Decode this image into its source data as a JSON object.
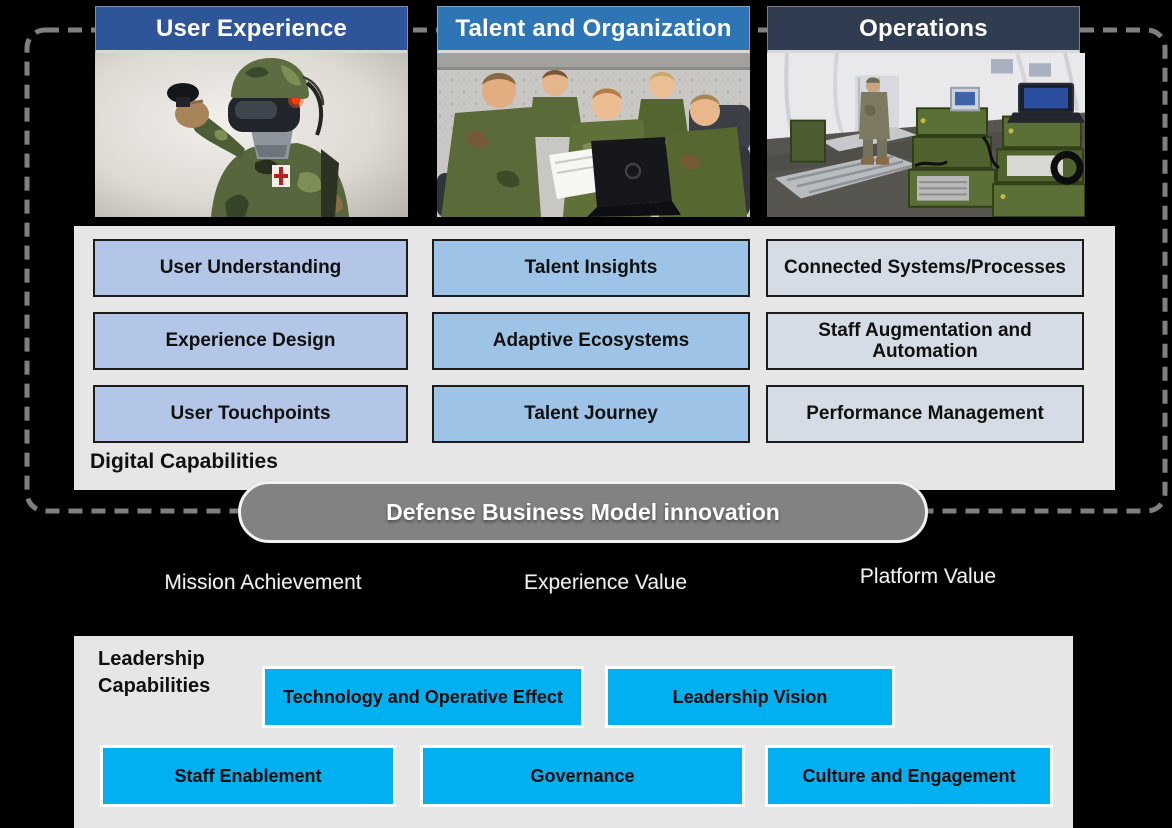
{
  "palette": {
    "background": "#000000",
    "dashed_border": "#7f7f7f",
    "header_user_experience": "#2e5597",
    "header_talent": "#2e75b6",
    "header_operations": "#303c50",
    "panel_gray": "#e7e6e6",
    "box_col_user": "#b4c6e7",
    "box_col_talent": "#9dc3e6",
    "box_col_operations": "#d6dce5",
    "banner_gray": "#828282",
    "leadership_cyan": "#00b0f0",
    "text_dark": "#101010",
    "text_light": "#f2f2f2"
  },
  "pillars": [
    {
      "label": "User Experience",
      "photo": "vr-soldier-photo"
    },
    {
      "label": "Talent and Organization",
      "photo": "soldiers-around-laptop-photo"
    },
    {
      "label": "Operations",
      "photo": "field-equipment-tent-photo"
    }
  ],
  "digital": {
    "label": "Digital Capabilities",
    "columns": [
      {
        "items": [
          "User Understanding",
          "Experience Design",
          "User Touchpoints"
        ]
      },
      {
        "items": [
          "Talent Insights",
          "Adaptive Ecosystems",
          "Talent Journey"
        ]
      },
      {
        "items": [
          "Connected Systems/Processes",
          "Staff Augmentation and Automation",
          "Performance Management"
        ]
      }
    ]
  },
  "banner": {
    "label": "Defense Business Model innovation"
  },
  "values": [
    "Mission Achievement",
    "Experience Value",
    "Platform Value"
  ],
  "leadership": {
    "label": "Leadership\nCapabilities",
    "row1": [
      "Technology and Operative Effect",
      "Leadership Vision"
    ],
    "row2": [
      "Staff Enablement",
      "Governance",
      "Culture and Engagement"
    ]
  }
}
